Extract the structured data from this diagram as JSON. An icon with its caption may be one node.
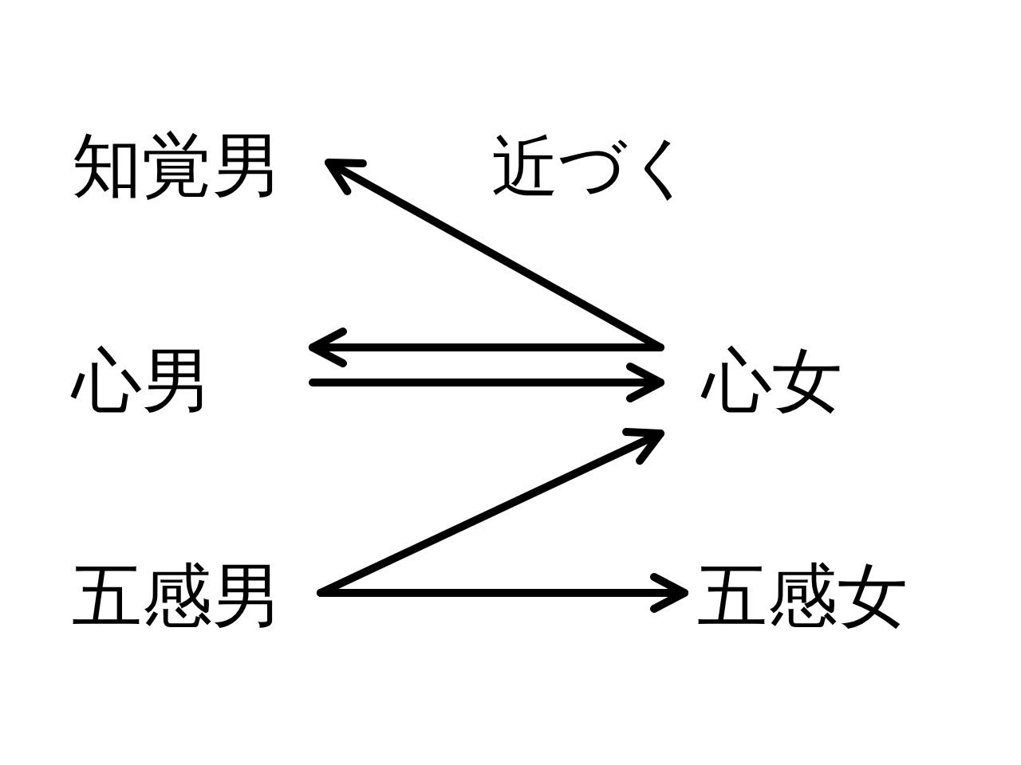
{
  "diagram": {
    "nodes": [
      {
        "text": [
          "知覚男"
        ]
      },
      {
        "text": [
          "心男"
        ]
      },
      {
        "text": [
          "五感男"
        ]
      },
      {
        "text": [
          "心女"
        ]
      },
      {
        "text": [
          "五感女"
        ]
      }
    ],
    "edges": [
      {
        "from": 3,
        "to": 0,
        "arrow": "to"
      },
      {
        "from": 3,
        "to": 1,
        "arrow": "to"
      },
      {
        "from": 1,
        "to": 3,
        "arrow": "to"
      },
      {
        "from": 2,
        "to": 3,
        "arrow": "to"
      },
      {
        "from": 2,
        "to": 4,
        "arrow": "to"
      }
    ],
    "labels": [
      "近づく"
    ]
  }
}
